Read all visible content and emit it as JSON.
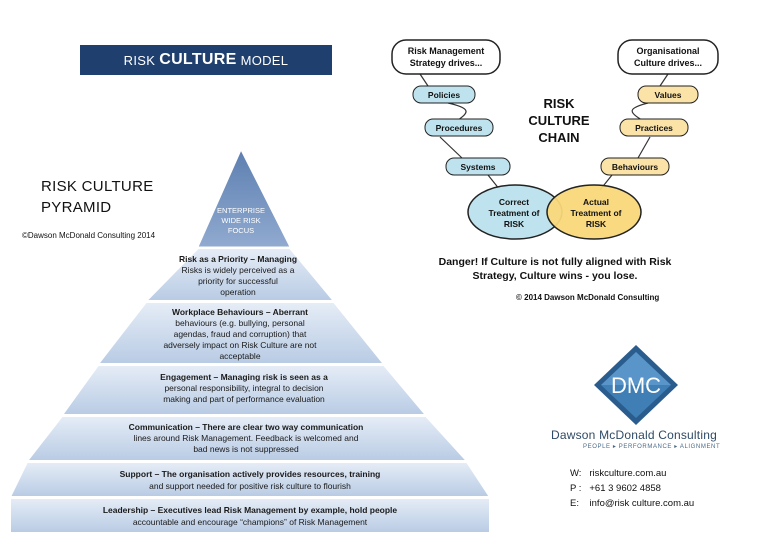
{
  "banner": {
    "pre": "RISK ",
    "mid": "CULTURE",
    "post": " MODEL"
  },
  "pyramid": {
    "title_line1": "RISK CULTURE",
    "title_line2": "PYRAMID",
    "copyright": "©Dawson McDonald Consulting 2014",
    "apex": [
      "ENTERPRISE",
      "WIDE RISK",
      "FOCUS"
    ],
    "levels": [
      {
        "bold": "Risk as a Priority",
        "lines": [
          "Risk as a Priority – Managing",
          "Risks is widely perceived as a",
          "priority for successful",
          "operation"
        ]
      },
      {
        "bold": "Workplace Behaviours",
        "lines": [
          "Workplace Behaviours – Aberrant",
          "behaviours (e.g. bullying, personal",
          "agendas, fraud and corruption) that",
          "adversely impact on Risk Culture are not",
          "acceptable"
        ]
      },
      {
        "bold": "Engagement",
        "lines": [
          "Engagement – Managing risk is seen as a",
          "personal responsibility, integral to decision",
          "making and part of performance evaluation"
        ]
      },
      {
        "bold": "Communication",
        "lines": [
          "Communication – There are clear two way communication",
          "lines around Risk Management.  Feedback is welcomed and",
          "bad news is not suppressed"
        ]
      },
      {
        "bold": "Support",
        "lines": [
          "Support – The organisation actively provides resources, training",
          "and support needed for positive risk culture to flourish"
        ]
      },
      {
        "bold": "Leadership",
        "lines": [
          "Leadership – Executives lead Risk Management by example, hold people",
          "accountable and encourage “champions” of Risk Management"
        ]
      }
    ]
  },
  "chain": {
    "title": [
      "RISK",
      "CULTURE",
      "CHAIN"
    ],
    "left_cloud": [
      "Risk Management",
      "Strategy drives..."
    ],
    "right_cloud": [
      "Organisational",
      "Culture drives..."
    ],
    "left_nodes": [
      "Policies",
      "Procedures",
      "Systems"
    ],
    "right_nodes": [
      "Values",
      "Practices",
      "Behaviours"
    ],
    "left_ellipse": [
      "Correct",
      "Treatment of",
      "RISK"
    ],
    "right_ellipse": [
      "Actual",
      "Treatment of",
      "RISK"
    ],
    "warning": [
      "Danger! If Culture is not fully aligned with Risk",
      "Strategy, Culture wins - you lose."
    ],
    "copyright": "© 2014 Dawson McDonald Consulting",
    "colors": {
      "blue": "#bfe3ee",
      "orange": "#fbe3a8",
      "ellipse_orange": "#f9d879"
    }
  },
  "logo": {
    "mark": "DMC",
    "name": "Dawson McDonald Consulting",
    "tagline": "PEOPLE ▸ PERFORMANCE ▸ ALIGNMENT"
  },
  "contact": {
    "web": "W:   riskculture.com.au",
    "phone": "P :   +61 3 9602 4858",
    "email": "E:    info@risk culture.com.au"
  }
}
